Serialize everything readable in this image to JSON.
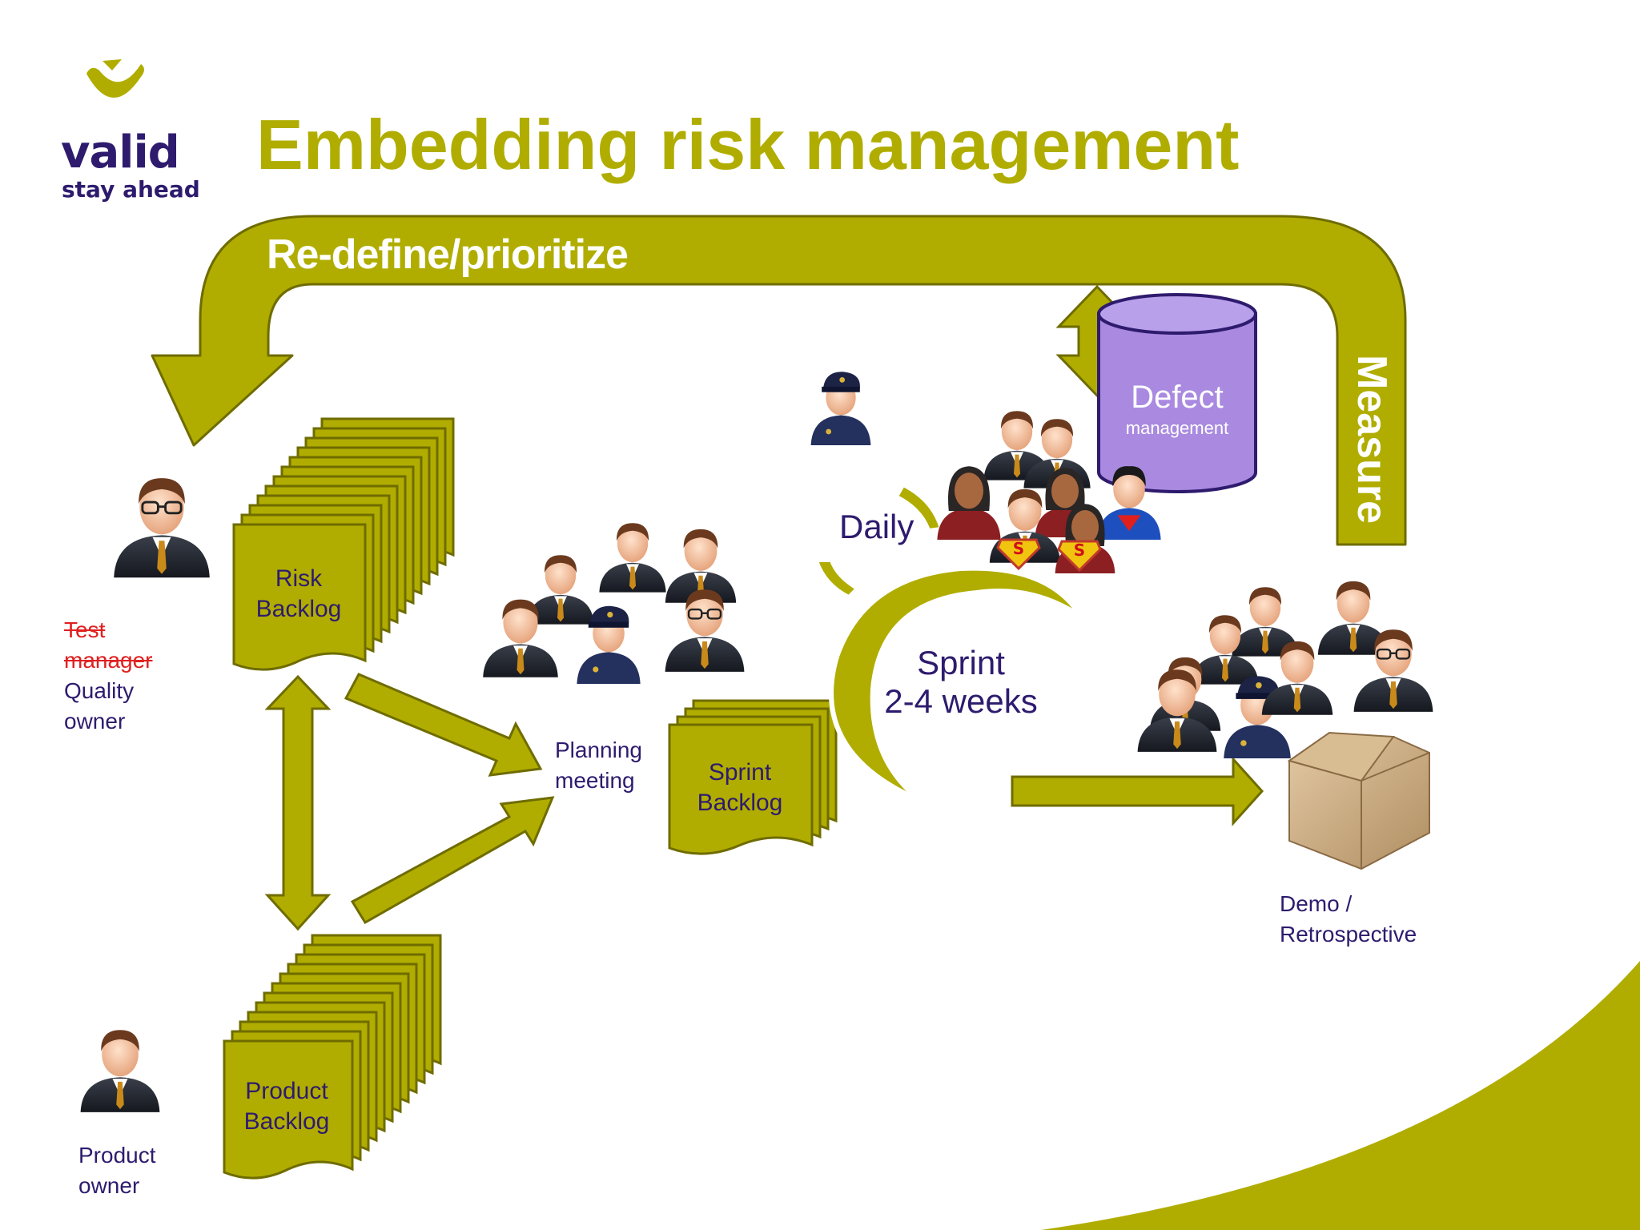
{
  "colors": {
    "olive": "#b0ad00",
    "olive_dark": "#6f6c00",
    "navy": "#2e1b6e",
    "purple": "#a98ae0",
    "strike": "#e02020"
  },
  "logo": {
    "name": "valid",
    "tagline": "stay ahead"
  },
  "title": "Embedding risk management",
  "loop": {
    "top_label": "Re-define/prioritize",
    "side_label": "Measure"
  },
  "defect": {
    "title": "Defect",
    "subtitle": "management"
  },
  "roles": {
    "test_manager": "Test manager",
    "quality_owner": "Quality owner",
    "product_owner": "Product owner"
  },
  "backlogs": {
    "risk": "Risk Backlog",
    "product": "Product Backlog",
    "sprint": "Sprint Backlog"
  },
  "planning": "Planning meeting",
  "daily": "Daily",
  "sprint": {
    "line1": "Sprint",
    "line2": "2-4 weeks"
  },
  "demo": "Demo / Retrospective",
  "icons": [
    "manager-icon",
    "product-owner-icon",
    "police-icon",
    "team-group-icon",
    "superhero-team-icon",
    "box-icon",
    "database-icon"
  ]
}
